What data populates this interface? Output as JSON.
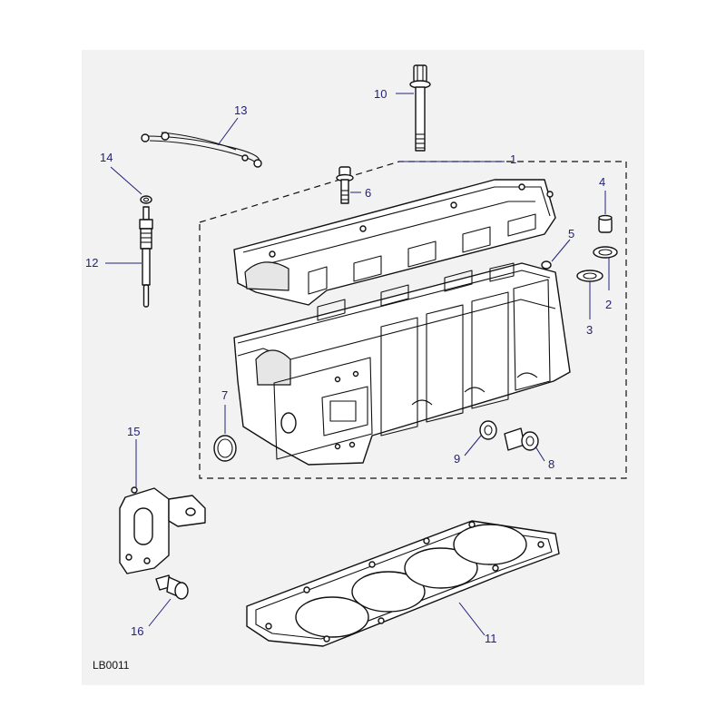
{
  "diagram": {
    "reference_code": "LB0011",
    "colors": {
      "background_panel": "#f2f2f2",
      "callout_text": "#22227a",
      "line_art": "#111111"
    },
    "callouts": [
      {
        "id": "c1",
        "label": "1"
      },
      {
        "id": "c2",
        "label": "2"
      },
      {
        "id": "c3",
        "label": "3"
      },
      {
        "id": "c4",
        "label": "4"
      },
      {
        "id": "c5",
        "label": "5"
      },
      {
        "id": "c6",
        "label": "6"
      },
      {
        "id": "c7",
        "label": "7"
      },
      {
        "id": "c8",
        "label": "8"
      },
      {
        "id": "c9",
        "label": "9"
      },
      {
        "id": "c10",
        "label": "10"
      },
      {
        "id": "c11",
        "label": "11"
      },
      {
        "id": "c12",
        "label": "12"
      },
      {
        "id": "c13",
        "label": "13"
      },
      {
        "id": "c14",
        "label": "14"
      },
      {
        "id": "c15",
        "label": "15"
      },
      {
        "id": "c16",
        "label": "16"
      }
    ]
  }
}
